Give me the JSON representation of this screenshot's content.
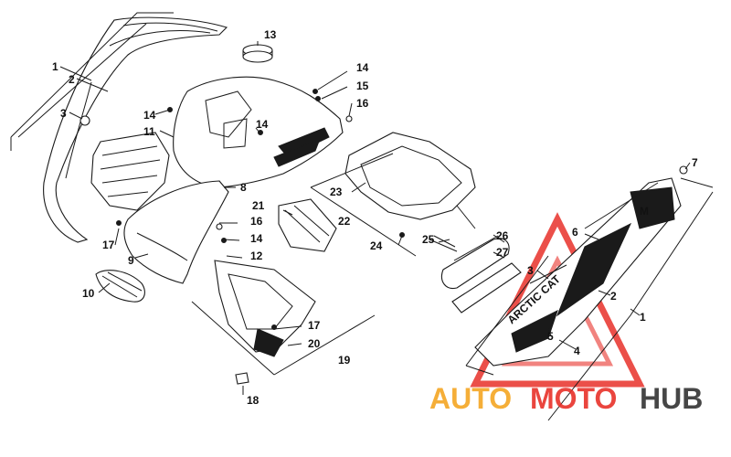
{
  "diagram": {
    "callouts": {
      "c1_left": "1",
      "c2_left": "2",
      "c3_left": "3",
      "c8": "8",
      "c9": "9",
      "c10": "10",
      "c11": "11",
      "c12": "12",
      "c13": "13",
      "c14_a": "14",
      "c14_b": "14",
      "c14_c": "14",
      "c14_d": "14",
      "c15": "15",
      "c16_a": "16",
      "c16_b": "16",
      "c17_a": "17",
      "c17_b": "17",
      "c18": "18",
      "c19": "19",
      "c20": "20",
      "c21": "21",
      "c22": "22",
      "c23": "23",
      "c24": "24",
      "c25": "25",
      "c26": "26",
      "c27": "27",
      "c7": "7",
      "c6": "6",
      "c3_right": "3",
      "c2_right": "2",
      "c1_right": "1",
      "c5": "5",
      "c4": "4"
    },
    "decal_text": {
      "brand": "ARCTIC CAT",
      "model": "M"
    }
  },
  "watermark": {
    "auto": "AUTO",
    "moto": "MOTO",
    "hub": "HUB",
    "colors": {
      "auto": "#f5a623",
      "moto": "#e8312a",
      "hub": "#333333",
      "triangle": "#e8312a"
    }
  }
}
